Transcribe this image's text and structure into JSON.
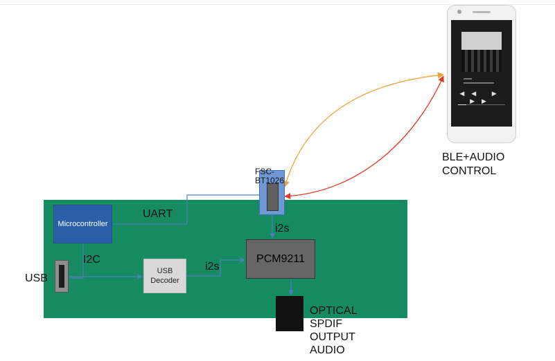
{
  "blocks": {
    "mcu": "Microcontroller",
    "usb_decoder": "USB\nDecoder",
    "pcm": "PCM9211"
  },
  "labels": {
    "uart": "UART",
    "i2c": "I2C",
    "usb": "USB",
    "i2s_left": "i2s",
    "i2s_top": "i2s",
    "bt_module": "FSC-\nBT1026",
    "optical": "OPTICAL\nSPDIF\nOUTPUT\nAUDIO",
    "ble": "BLE+AUDIO\nCONTROL"
  },
  "player": {
    "controls": "◀◀ ▶ ▶▶"
  },
  "colors": {
    "board": "#168a60",
    "mcu": "#2a5fa8",
    "bt_module": "#6f99d6",
    "link_orange": "#f2a23a",
    "link_red": "#e23a1f",
    "wire": "#4f7fbf"
  }
}
